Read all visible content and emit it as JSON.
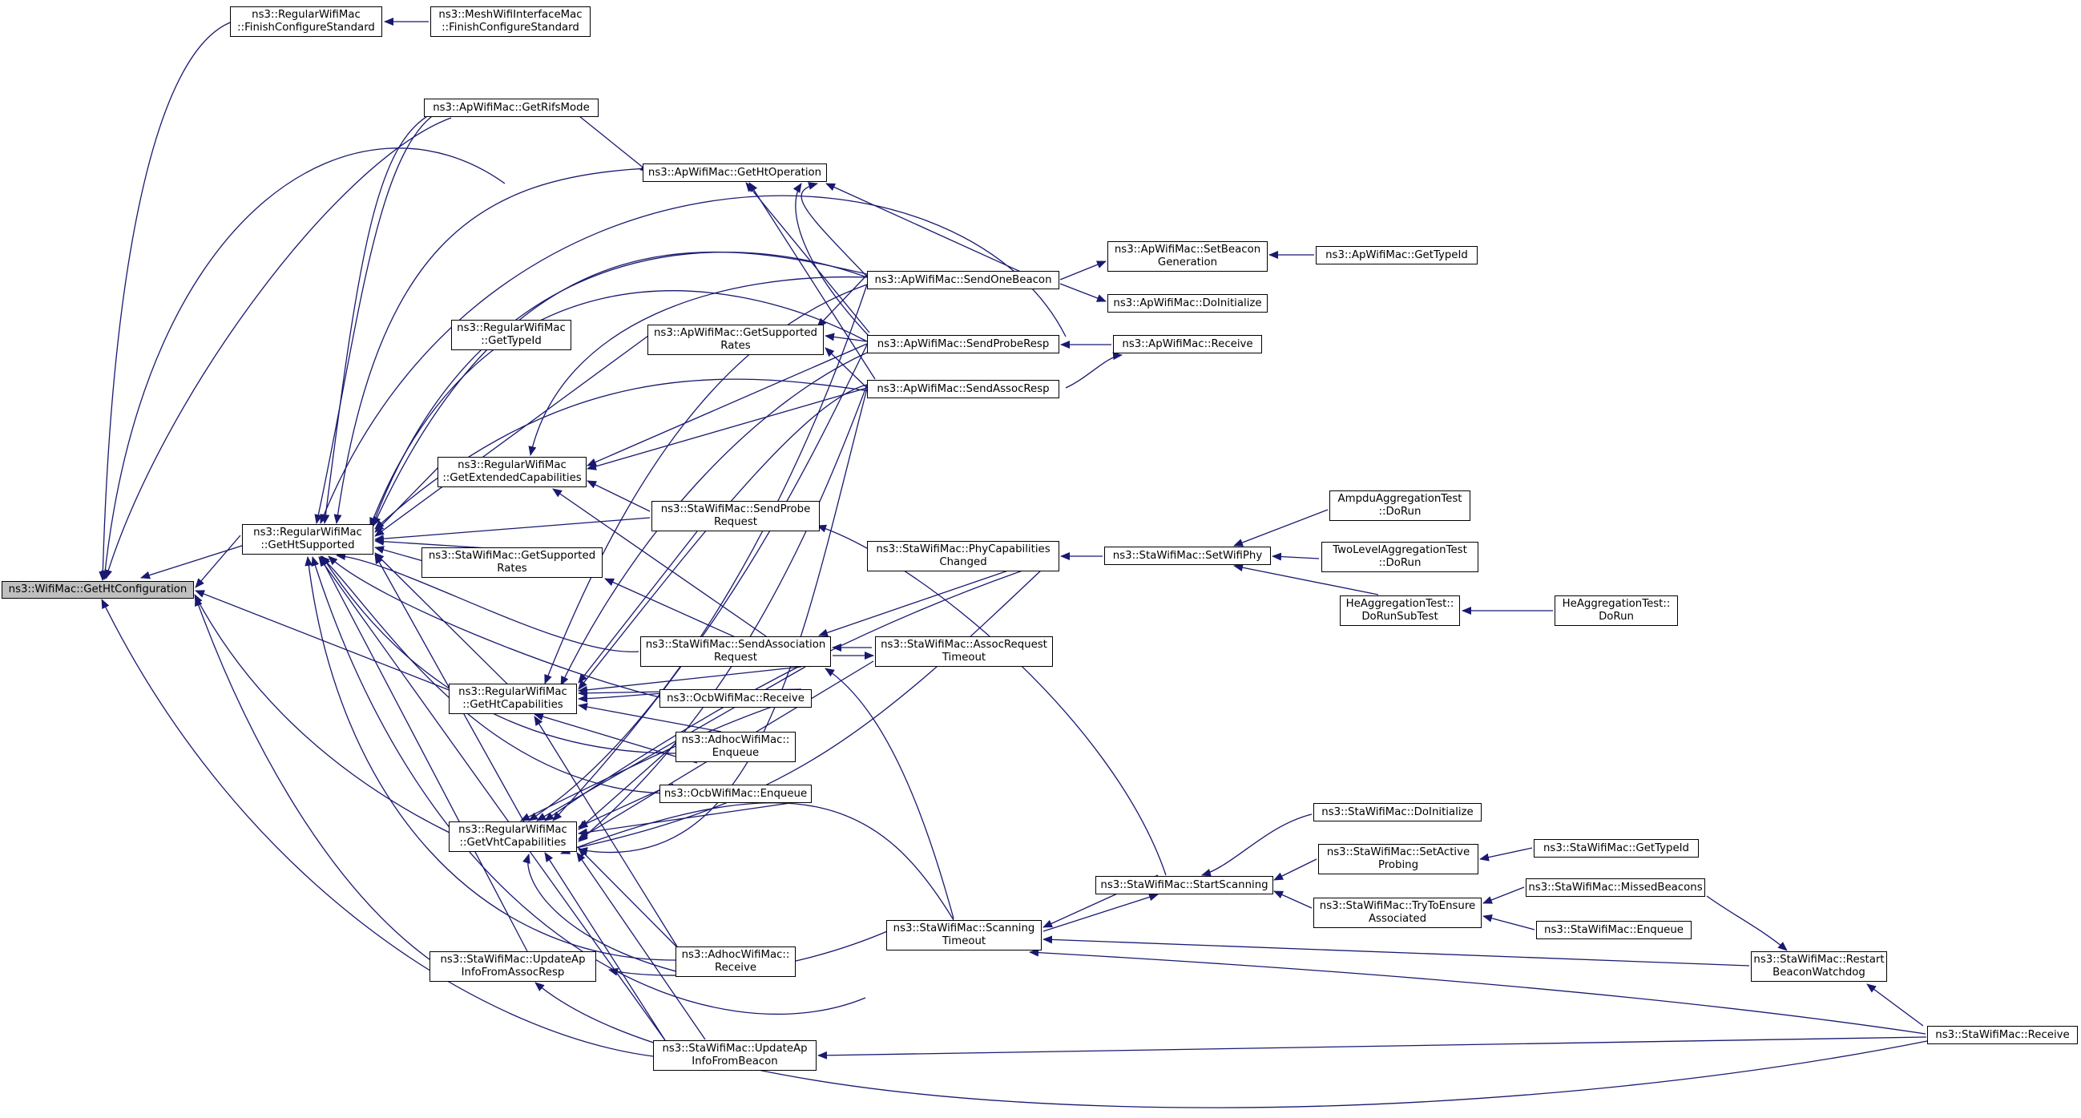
{
  "colors": {
    "edge": "#191970",
    "root_fill": "#bfbfbf",
    "node_fill": "#ffffff",
    "border": "#000000"
  },
  "nodes": {
    "n0": "ns3::WifiMac::GetHtConfiguration",
    "n1": "ns3::RegularWifiMac\n::FinishConfigureStandard",
    "n2": "ns3::MeshWifiInterfaceMac\n::FinishConfigureStandard",
    "n3": "ns3::ApWifiMac::GetRifsMode",
    "n4": "ns3::ApWifiMac::GetHtOperation",
    "n5": "ns3::RegularWifiMac\n::GetHtSupported",
    "n6": "ns3::RegularWifiMac\n::GetTypeId",
    "n7": "ns3::ApWifiMac::GetSupported\nRates",
    "n8": "ns3::RegularWifiMac\n::GetExtendedCapabilities",
    "n9": "ns3::StaWifiMac::GetSupported\nRates",
    "n10": "ns3::StaWifiMac::SendProbe\nRequest",
    "n11": "ns3::StaWifiMac::SendAssociation\nRequest",
    "n12": "ns3::RegularWifiMac\n::GetHtCapabilities",
    "n13": "ns3::OcbWifiMac::Receive",
    "n14": "ns3::AdhocWifiMac::\nEnqueue",
    "n15": "ns3::OcbWifiMac::Enqueue",
    "n16": "ns3::RegularWifiMac\n::GetVhtCapabilities",
    "n17": "ns3::StaWifiMac::UpdateAp\nInfoFromAssocResp",
    "n18": "ns3::AdhocWifiMac::\nReceive",
    "n19": "ns3::StaWifiMac::UpdateAp\nInfoFromBeacon",
    "n20": "ns3::ApWifiMac::SendOneBeacon",
    "n21": "ns3::ApWifiMac::SendProbeResp",
    "n22": "ns3::ApWifiMac::SendAssocResp",
    "n23": "ns3::StaWifiMac::PhyCapabilities\nChanged",
    "n24": "ns3::StaWifiMac::AssocRequest\nTimeout",
    "n25": "ns3::StaWifiMac::Scanning\nTimeout",
    "n26": "ns3::ApWifiMac::SetBeacon\nGeneration",
    "n27": "ns3::ApWifiMac::DoInitialize",
    "n28": "ns3::ApWifiMac::Receive",
    "n29": "ns3::StaWifiMac::SetWifiPhy",
    "n30": "ns3::StaWifiMac::StartScanning",
    "n31": "ns3::ApWifiMac::GetTypeId",
    "n32": "AmpduAggregationTest\n::DoRun",
    "n33": "TwoLevelAggregationTest\n::DoRun",
    "n34": "HeAggregationTest::\nDoRunSubTest",
    "n35": "ns3::StaWifiMac::DoInitialize",
    "n36": "ns3::StaWifiMac::SetActive\nProbing",
    "n37": "ns3::StaWifiMac::TryToEnsure\nAssociated",
    "n38": "HeAggregationTest::\nDoRun",
    "n39": "ns3::StaWifiMac::GetTypeId",
    "n40": "ns3::StaWifiMac::MissedBeacons",
    "n41": "ns3::StaWifiMac::Enqueue",
    "n42": "ns3::StaWifiMac::Restart\nBeaconWatchdog",
    "n43": "ns3::StaWifiMac::Receive"
  }
}
